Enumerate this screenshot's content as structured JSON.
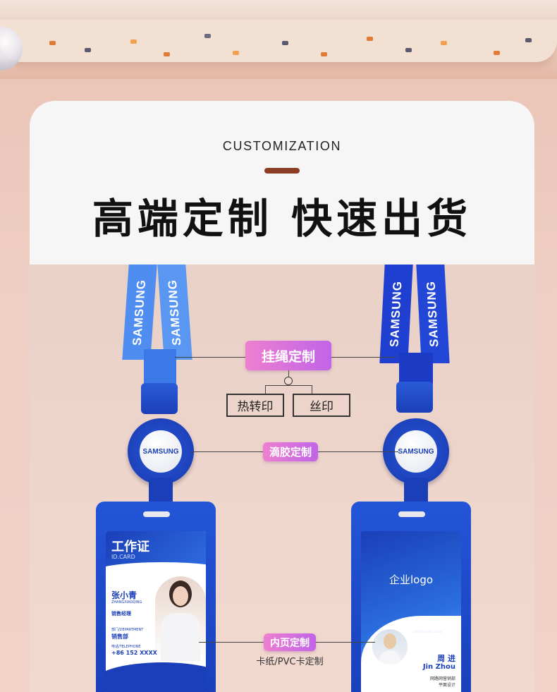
{
  "header": {
    "subtitle": "CUSTOMIZATION",
    "title": "高端定制 快速出货"
  },
  "brand": "SAMSUNG",
  "annotations": {
    "lanyard": "挂绳定制",
    "print_method_1": "热转印",
    "print_method_2": "丝印",
    "reel": "滴胶定制",
    "insert": "内页定制",
    "insert_material": "卡纸/PVC卡定制"
  },
  "card_left": {
    "title": "工作证",
    "subtitle": "ID.CARD",
    "name": "张小青",
    "name_pinyin": "ZHANGXIAOQING",
    "position": "销售经理",
    "dept_label": "部门/DEPARTMENT",
    "dept": "销售部",
    "phone_label": "电话/TELEPHONE",
    "phone": "+86 152 XXXX"
  },
  "card_right": {
    "logo": "企业logo",
    "title": "工作证",
    "title_en": "employee's card",
    "name": "周 进",
    "name_en": "Jin Zhou",
    "dept": "网路网营销部",
    "role": "平面设计"
  },
  "colors": {
    "brand_blue": "#1b3fb8",
    "light_blue": "#4f8ef0",
    "label_pink": "#ee7fcf",
    "label_purple": "#c064e8",
    "accent_brown": "#8a3d22"
  }
}
